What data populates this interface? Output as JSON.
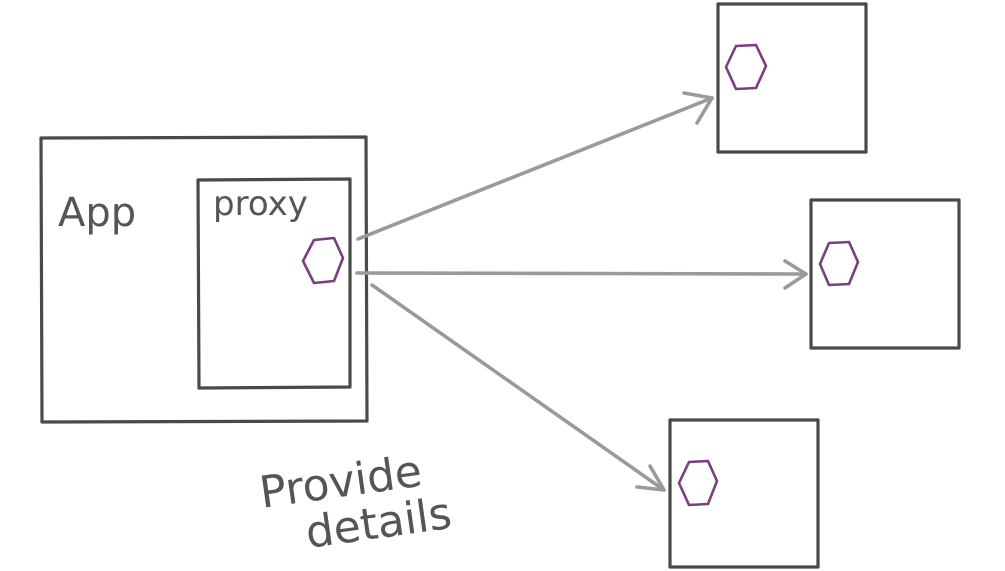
{
  "diagram": {
    "app_label": "App",
    "proxy_label": "proxy",
    "note_line1": "Provide",
    "note_line2": "details"
  },
  "colors": {
    "box_stroke": "#4a4a4a",
    "hexagon_stroke": "#7a3e7e",
    "arrow_stroke": "#9a9a9a",
    "text": "#555555"
  }
}
